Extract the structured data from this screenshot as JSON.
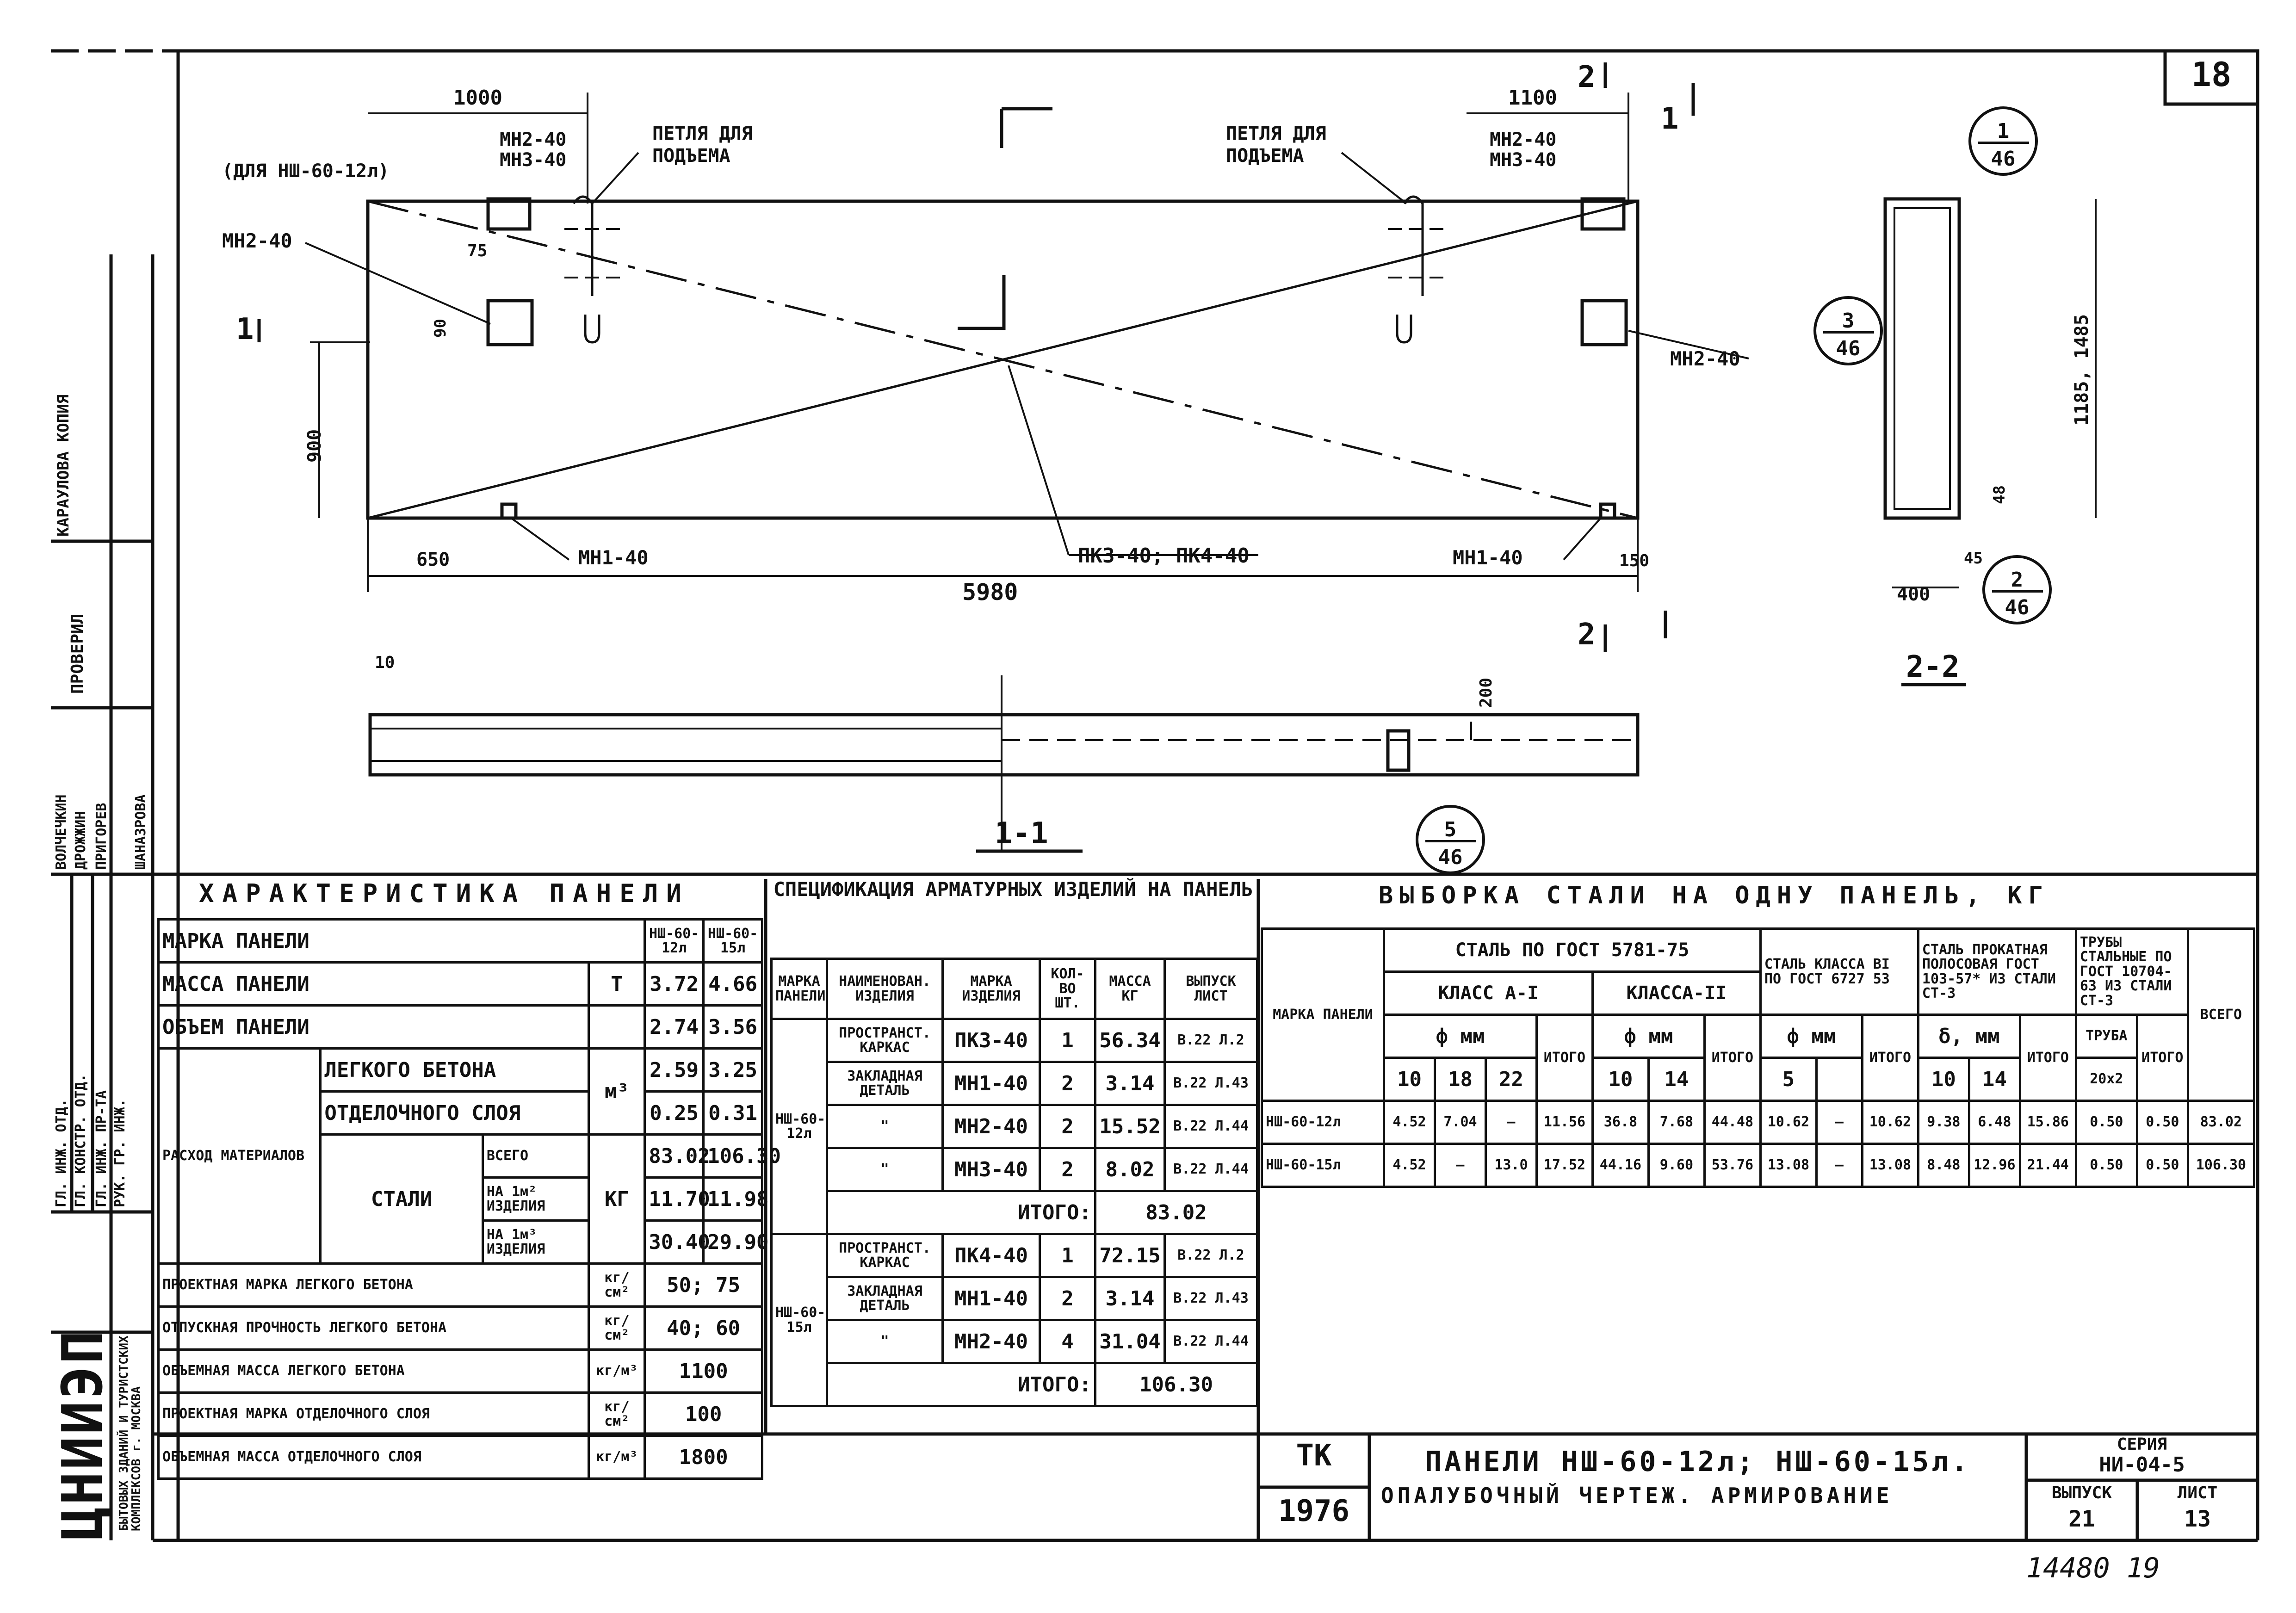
{
  "sheet": {
    "page_number": "18",
    "handwritten_ref": "14480 19"
  },
  "drawing": {
    "dim_top_left": "1000",
    "dim_top_right": "1100",
    "dim_total_length": "5980",
    "dim_650": "650",
    "dim_150": "150",
    "dim_900": "900",
    "dim_75": "75",
    "dim_90": "90",
    "note_for_panel": "(ДЛЯ НШ-60-12л)",
    "mn2_mn3_left": "МН2-40\nМН3-40",
    "mn2_mn3_right": "МН2-40\nМН3-40",
    "mn2_left": "МН2-40",
    "mn2_right": "МН2-40",
    "mn1_left": "МН1-40",
    "mn1_right": "МН1-40",
    "loop_left": "ПЕТЛЯ ДЛЯ\nПОДЪЕМА",
    "loop_right": "ПЕТЛЯ ДЛЯ\nПОДЪЕМА",
    "pk_callout": "ПК3-40; ПК4-40",
    "cut1_left": "1",
    "cut1_right": "1",
    "cut2_top": "2",
    "cut2_bottom": "2",
    "section_11_label": "1-1",
    "section_22_label": "2-2",
    "sec_dim_10": "10",
    "sec_dim_200": "200",
    "side_dim_1185": "1185, 1485",
    "side_dim_48": "48",
    "side_dim_45": "45",
    "side_dim_400": "400",
    "circles": [
      {
        "top": "1",
        "bottom": "46"
      },
      {
        "top": "3",
        "bottom": "46"
      },
      {
        "top": "2",
        "bottom": "46"
      },
      {
        "top": "5",
        "bottom": "46"
      }
    ]
  },
  "left_strip": {
    "cols": [
      "ГЛ. ИНЖ. ОТД.",
      "ГЛ. КОНСТР. ОТД.",
      "ГЛ. ИНЖ. ПР-ТА",
      "РУК. ГР. ИНЖ."
    ],
    "names": [
      "ВОЛЧЕЧКИН",
      "ДРОЖЖИН",
      "ПРИГОРЕВ",
      "ШАНАЗРОВА"
    ],
    "copied": "ПРОВЕРИЛ",
    "inventory": "КАРАУЛОВА КОПИЯ",
    "org_name": "ЦНИИЭП",
    "org_desc": "БЫТОВЫХ ЗДАНИЙ И ТУРИСТСКИХ КОМПЛЕКСОВ г. МОСКВА"
  },
  "characteristics": {
    "title": "ХАРАКТЕРИСТИКА ПАНЕЛИ",
    "rows": [
      {
        "label": "МАРКА ПАНЕЛИ",
        "unit": "",
        "a": "НШ-60-12л",
        "b": "НШ-60-15л"
      },
      {
        "label": "МАССА ПАНЕЛИ",
        "unit": "Т",
        "a": "3.72",
        "b": "4.66"
      },
      {
        "label": "ОБЪЕМ ПАНЕЛИ",
        "unit": "",
        "a": "2.74",
        "b": "3.56"
      },
      {
        "label": "ЛЕГКОГО БЕТОНА",
        "unit": "м³",
        "a": "2.59",
        "b": "3.25"
      },
      {
        "label": "ОТДЕЛОЧНОГО СЛОЯ",
        "unit": "",
        "a": "0.25",
        "b": "0.31"
      },
      {
        "label": "ВСЕГО",
        "unit": "",
        "a": "83.02",
        "b": "106.30"
      },
      {
        "label": "НА 1м² ИЗДЕЛИЯ",
        "unit": "КГ",
        "a": "11.70",
        "b": "11.98"
      },
      {
        "label": "НА 1м³ ИЗДЕЛИЯ",
        "unit": "",
        "a": "30.40",
        "b": "29.90"
      }
    ],
    "consumption_label": "РАСХОД МАТЕРИАЛОВ",
    "steel_label": "СТАЛИ",
    "props": [
      {
        "label": "ПРОЕКТНАЯ МАРКА ЛЕГКОГО БЕТОНА",
        "unit": "кг/см²",
        "value": "50; 75"
      },
      {
        "label": "ОТПУСКНАЯ ПРОЧНОСТЬ ЛЕГКОГО БЕТОНА",
        "unit": "кг/см²",
        "value": "40; 60"
      },
      {
        "label": "ОБЪЕМНАЯ МАССА ЛЕГКОГО БЕТОНА",
        "unit": "кг/м³",
        "value": "1100"
      },
      {
        "label": "ПРОЕКТНАЯ МАРКА ОТДЕЛОЧНОГО СЛОЯ",
        "unit": "кг/см²",
        "value": "100"
      },
      {
        "label": "ОБЪЕМНАЯ МАССА ОТДЕЛОЧНОГО СЛОЯ",
        "unit": "кг/м³",
        "value": "1800"
      }
    ]
  },
  "spec": {
    "title": "СПЕЦИФИКАЦИЯ АРМАТУРНЫХ ИЗДЕЛИЙ НА ПАНЕЛЬ",
    "headers": [
      "МАРКА ПАНЕЛИ",
      "НАИМЕНОВАН. ИЗДЕЛИЯ",
      "МАРКА ИЗДЕЛИЯ",
      "КОЛ-ВО ШТ.",
      "МАССА КГ",
      "ВЫПУСК ЛИСТ"
    ],
    "panel_a": "НШ-60-12л",
    "panel_b": "НШ-60-15л",
    "rows_a": [
      {
        "name": "ПРОСТРАНСТ. КАРКАС",
        "mark": "ПК3-40",
        "qty": "1",
        "mass": "56.34",
        "sheet": "В.22 Л.2"
      },
      {
        "name": "ЗАКЛАДНАЯ ДЕТАЛЬ",
        "mark": "МН1-40",
        "qty": "2",
        "mass": "3.14",
        "sheet": "В.22 Л.43"
      },
      {
        "name": "\"",
        "mark": "МН2-40",
        "qty": "2",
        "mass": "15.52",
        "sheet": "В.22 Л.44"
      },
      {
        "name": "\"",
        "mark": "МН3-40",
        "qty": "2",
        "mass": "8.02",
        "sheet": "В.22 Л.44"
      }
    ],
    "total_a_label": "ИТОГО:",
    "total_a": "83.02",
    "rows_b": [
      {
        "name": "ПРОСТРАНСТ. КАРКАС",
        "mark": "ПК4-40",
        "qty": "1",
        "mass": "72.15",
        "sheet": "В.22 Л.2"
      },
      {
        "name": "ЗАКЛАДНАЯ ДЕТАЛЬ",
        "mark": "МН1-40",
        "qty": "2",
        "mass": "3.14",
        "sheet": "В.22 Л.43"
      },
      {
        "name": "\"",
        "mark": "МН2-40",
        "qty": "4",
        "mass": "31.04",
        "sheet": "В.22 Л.44"
      }
    ],
    "total_b_label": "ИТОГО:",
    "total_b": "106.30"
  },
  "steel": {
    "title": "ВЫБОРКА СТАЛИ НА ОДНУ ПАНЕЛЬ, КГ",
    "h_mark": "МАРКА ПАНЕЛИ",
    "h_gost": "СТАЛЬ ПО ГОСТ 5781-75",
    "h_classA1": "КЛАСС А-I",
    "h_classA2": "КЛАССА-II",
    "h_bi": "СТАЛЬ КЛАССА ВI ПО ГОСТ 6727 53",
    "h_strip": "СТАЛЬ ПРОКАТНАЯ ПОЛОСОВАЯ ГОСТ 103-57* ИЗ СТАЛИ СТ-3",
    "h_pipes": "ТРУБЫ СТАЛЬНЫЕ ПО ГОСТ 10704-63 ИЗ СТАЛИ СТ-3",
    "h_phi": "ф мм",
    "h_delta": "δ, мм",
    "h_pipe": "ТРУБА",
    "h_itogo": "ИТОГО",
    "h_total": "ВСЕГО",
    "sizes": [
      "10",
      "18",
      "22",
      "10",
      "14",
      "5",
      "10",
      "14",
      "20х2"
    ],
    "rows": [
      [
        "НШ-60-12л",
        "4.52",
        "7.04",
        "—",
        "11.56",
        "36.8",
        "7.68",
        "44.48",
        "10.62",
        "—",
        "10.62",
        "9.38",
        "6.48",
        "15.86",
        "0.50",
        "0.50",
        "83.02"
      ],
      [
        "НШ-60-15л",
        "4.52",
        "—",
        "13.0",
        "17.52",
        "44.16",
        "9.60",
        "53.76",
        "13.08",
        "—",
        "13.08",
        "8.48",
        "12.96",
        "21.44",
        "0.50",
        "0.50",
        "106.30"
      ]
    ]
  },
  "title_block": {
    "tk": "ТК",
    "year": "1976",
    "title_line1": "ПАНЕЛИ НШ-60-12л; НШ-60-15л.",
    "title_line2": "ОПАЛУБОЧНЫЙ ЧЕРТЕЖ. АРМИРОВАНИЕ",
    "series_label": "СЕРИЯ",
    "series_value": "НИ-04-5",
    "issue_label": "ВЫПУСК",
    "issue_value": "21",
    "sheet_label": "ЛИСТ",
    "sheet_value": "13"
  }
}
